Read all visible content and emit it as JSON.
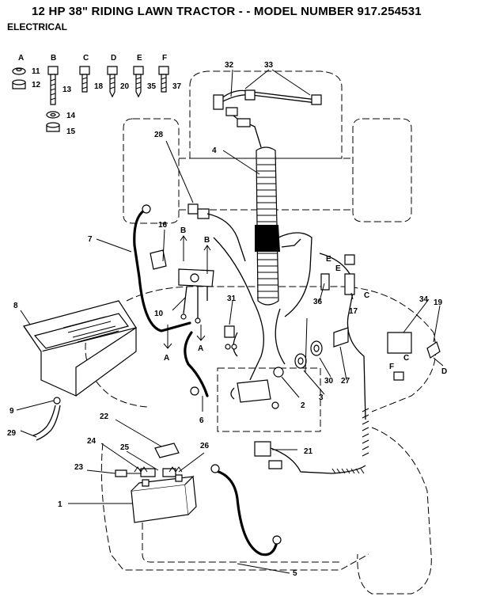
{
  "header": {
    "title": "12 HP 38\" RIDING LAWN TRACTOR - - MODEL NUMBER 917.254531",
    "section": "ELECTRICAL"
  },
  "hardware": [
    {
      "letter": "A",
      "numbers": [
        "11",
        "12"
      ]
    },
    {
      "letter": "B",
      "numbers": [
        "13",
        "14",
        "15"
      ]
    },
    {
      "letter": "C",
      "numbers": [
        "18"
      ]
    },
    {
      "letter": "D",
      "numbers": [
        "20"
      ]
    },
    {
      "letter": "E",
      "numbers": [
        "35"
      ]
    },
    {
      "letter": "F",
      "numbers": [
        "37"
      ]
    }
  ],
  "callouts": [
    "1",
    "2",
    "3",
    "4",
    "5",
    "6",
    "7",
    "8",
    "9",
    "10",
    "16",
    "17",
    "19",
    "21",
    "22",
    "23",
    "24",
    "25",
    "26",
    "27",
    "28",
    "29",
    "30",
    "31",
    "32",
    "33",
    "34",
    "36"
  ],
  "letter_markers": [
    "A",
    "A",
    "B",
    "B",
    "C",
    "C",
    "D",
    "E",
    "E",
    "F"
  ]
}
